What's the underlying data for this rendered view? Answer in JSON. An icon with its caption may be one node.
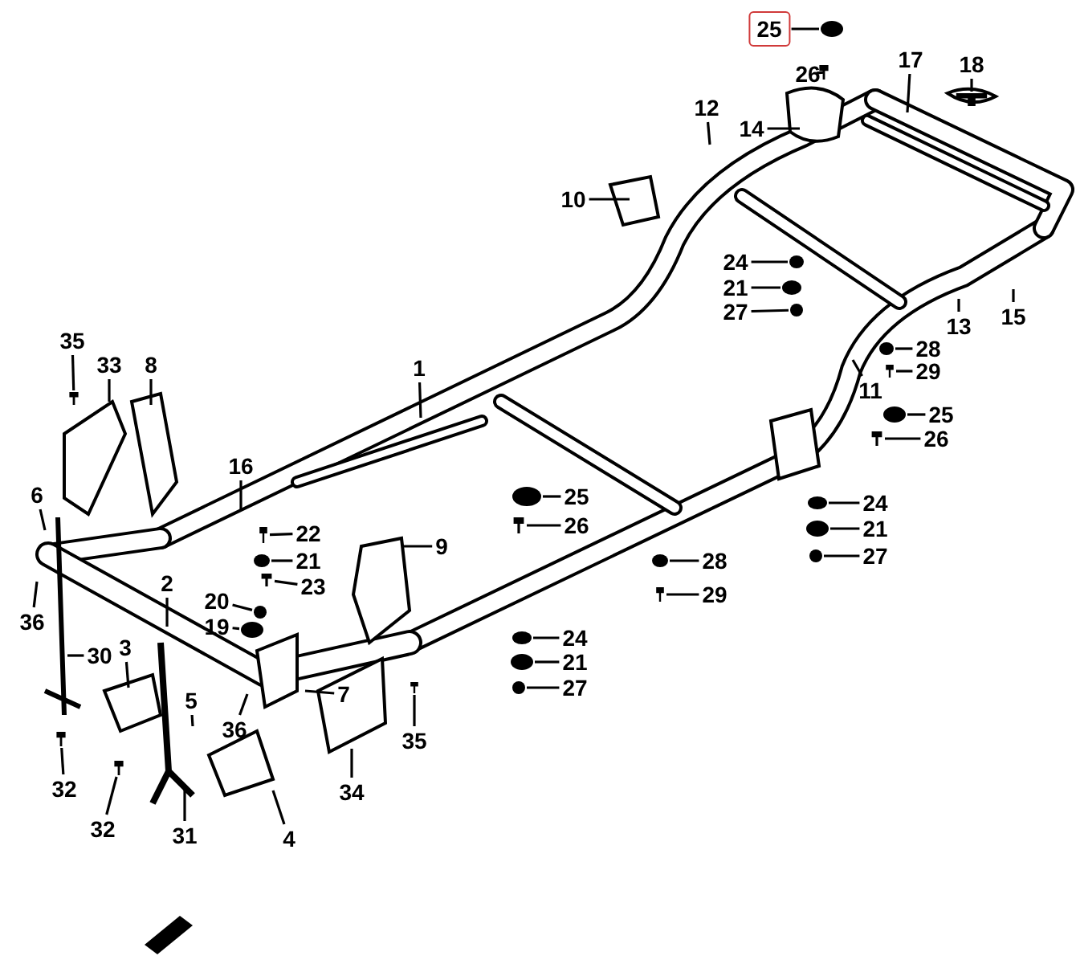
{
  "diagram": {
    "nodes": [
      {
        "text": [
          "25"
        ]
      },
      {
        "text": [
          "26"
        ]
      },
      {
        "text": [
          "17"
        ]
      },
      {
        "text": [
          "18"
        ]
      },
      {
        "text": [
          "12"
        ]
      },
      {
        "text": [
          "14"
        ]
      },
      {
        "text": [
          "10"
        ]
      },
      {
        "text": [
          "24"
        ]
      },
      {
        "text": [
          "21"
        ]
      },
      {
        "text": [
          "27"
        ]
      },
      {
        "text": [
          "13"
        ]
      },
      {
        "text": [
          "15"
        ]
      },
      {
        "text": [
          "28"
        ]
      },
      {
        "text": [
          "29"
        ]
      },
      {
        "text": [
          "11"
        ]
      },
      {
        "text": [
          "25"
        ]
      },
      {
        "text": [
          "26"
        ]
      },
      {
        "text": [
          "1"
        ]
      },
      {
        "text": [
          "35"
        ]
      },
      {
        "text": [
          "33"
        ]
      },
      {
        "text": [
          "8"
        ]
      },
      {
        "text": [
          "6"
        ]
      },
      {
        "text": [
          "16"
        ]
      },
      {
        "text": [
          "22"
        ]
      },
      {
        "text": [
          "21"
        ]
      },
      {
        "text": [
          "9"
        ]
      },
      {
        "text": [
          "25"
        ]
      },
      {
        "text": [
          "26"
        ]
      },
      {
        "text": [
          "23"
        ]
      },
      {
        "text": [
          "20"
        ]
      },
      {
        "text": [
          "19"
        ]
      },
      {
        "text": [
          "2"
        ]
      },
      {
        "text": [
          "36"
        ]
      },
      {
        "text": [
          "28"
        ]
      },
      {
        "text": [
          "29"
        ]
      },
      {
        "text": [
          "24"
        ]
      },
      {
        "text": [
          "21"
        ]
      },
      {
        "text": [
          "27"
        ]
      },
      {
        "text": [
          "24"
        ]
      },
      {
        "text": [
          "21"
        ]
      },
      {
        "text": [
          "27"
        ]
      },
      {
        "text": [
          "30"
        ]
      },
      {
        "text": [
          "3"
        ]
      },
      {
        "text": [
          "5"
        ]
      },
      {
        "text": [
          "36"
        ]
      },
      {
        "text": [
          "7"
        ]
      },
      {
        "text": [
          "35"
        ]
      },
      {
        "text": [
          "32"
        ]
      },
      {
        "text": [
          "34"
        ]
      },
      {
        "text": [
          "32"
        ]
      },
      {
        "text": [
          "31"
        ]
      },
      {
        "text": [
          "4"
        ]
      },
      {
        "text": [],
        "shape": "circle"
      },
      {
        "text": [],
        "shape": "picture"
      },
      {
        "text": [],
        "shape": "picture"
      },
      {
        "text": [],
        "shape": "circle"
      },
      {
        "text": [],
        "shape": "circle"
      },
      {
        "text": [],
        "shape": "circle"
      },
      {
        "text": [],
        "shape": "circle"
      },
      {
        "text": [],
        "shape": "picture"
      },
      {
        "text": [],
        "shape": "circle"
      },
      {
        "text": [],
        "shape": "picture"
      },
      {
        "text": [],
        "shape": "picture"
      },
      {
        "text": [],
        "shape": "picture"
      },
      {
        "text": [],
        "shape": "circle"
      },
      {
        "text": [],
        "shape": "circle"
      },
      {
        "text": [],
        "shape": "picture"
      },
      {
        "text": [],
        "shape": "picture"
      },
      {
        "text": [],
        "shape": "circle"
      },
      {
        "text": [],
        "shape": "circle"
      },
      {
        "text": [],
        "shape": "circle"
      },
      {
        "text": [],
        "shape": "picture"
      },
      {
        "text": [],
        "shape": "circle"
      },
      {
        "text": [],
        "shape": "circle"
      },
      {
        "text": [],
        "shape": "circle"
      },
      {
        "text": [],
        "shape": "circle"
      },
      {
        "text": [],
        "shape": "circle"
      },
      {
        "text": [],
        "shape": "circle"
      },
      {
        "text": [],
        "shape": "picture"
      },
      {
        "text": [],
        "shape": "picture"
      },
      {
        "text": [],
        "shape": "picture"
      }
    ],
    "edges": [
      {
        "from": 0,
        "to": 52,
        "arrow": "none"
      },
      {
        "from": 1,
        "to": 53,
        "arrow": "none"
      },
      {
        "from": 2,
        "to": null,
        "arrow": "none"
      },
      {
        "from": 3,
        "to": 54,
        "arrow": "none"
      },
      {
        "from": 4,
        "to": null,
        "arrow": "none"
      },
      {
        "from": 5,
        "to": null,
        "arrow": "none"
      },
      {
        "from": 6,
        "to": null,
        "arrow": "none"
      },
      {
        "from": 7,
        "to": 55,
        "arrow": "none"
      },
      {
        "from": 8,
        "to": 56,
        "arrow": "none"
      },
      {
        "from": 9,
        "to": 57,
        "arrow": "none"
      },
      {
        "from": 10,
        "to": null,
        "arrow": "none"
      },
      {
        "from": 11,
        "to": null,
        "arrow": "none"
      },
      {
        "from": 12,
        "to": 58,
        "arrow": "none"
      },
      {
        "from": 13,
        "to": 59,
        "arrow": "none"
      },
      {
        "from": 14,
        "to": null,
        "arrow": "none"
      },
      {
        "from": 15,
        "to": 60,
        "arrow": "none"
      },
      {
        "from": 16,
        "to": 61,
        "arrow": "none"
      },
      {
        "from": 17,
        "to": null,
        "arrow": "none"
      },
      {
        "from": 18,
        "to": 62,
        "arrow": "none"
      },
      {
        "from": 19,
        "to": null,
        "arrow": "none"
      },
      {
        "from": 20,
        "to": null,
        "arrow": "none"
      },
      {
        "from": 21,
        "to": null,
        "arrow": "none"
      },
      {
        "from": 22,
        "to": null,
        "arrow": "none"
      },
      {
        "from": 23,
        "to": 63,
        "arrow": "none"
      },
      {
        "from": 24,
        "to": 64,
        "arrow": "none"
      },
      {
        "from": 25,
        "to": null,
        "arrow": "none"
      },
      {
        "from": 26,
        "to": 65,
        "arrow": "none"
      },
      {
        "from": 27,
        "to": 66,
        "arrow": "none"
      },
      {
        "from": 28,
        "to": 67,
        "arrow": "none"
      },
      {
        "from": 29,
        "to": 68,
        "arrow": "none"
      },
      {
        "from": 30,
        "to": 69,
        "arrow": "none"
      },
      {
        "from": 31,
        "to": null,
        "arrow": "none"
      },
      {
        "from": 32,
        "to": null,
        "arrow": "none"
      },
      {
        "from": 33,
        "to": 70,
        "arrow": "none"
      },
      {
        "from": 34,
        "to": 71,
        "arrow": "none"
      },
      {
        "from": 35,
        "to": 72,
        "arrow": "none"
      },
      {
        "from": 36,
        "to": 73,
        "arrow": "none"
      },
      {
        "from": 37,
        "to": 74,
        "arrow": "none"
      },
      {
        "from": 38,
        "to": 75,
        "arrow": "none"
      },
      {
        "from": 39,
        "to": 76,
        "arrow": "none"
      },
      {
        "from": 40,
        "to": 77,
        "arrow": "none"
      },
      {
        "from": 41,
        "to": null,
        "arrow": "none"
      },
      {
        "from": 42,
        "to": null,
        "arrow": "none"
      },
      {
        "from": 43,
        "to": null,
        "arrow": "none"
      },
      {
        "from": 44,
        "to": null,
        "arrow": "none"
      },
      {
        "from": 45,
        "to": null,
        "arrow": "none"
      },
      {
        "from": 46,
        "to": 78,
        "arrow": "none"
      },
      {
        "from": 47,
        "to": 79,
        "arrow": "none"
      },
      {
        "from": 48,
        "to": null,
        "arrow": "none"
      },
      {
        "from": 49,
        "to": 80,
        "arrow": "none"
      },
      {
        "from": 50,
        "to": null,
        "arrow": "none"
      },
      {
        "from": 51,
        "to": null,
        "arrow": "none"
      }
    ]
  }
}
